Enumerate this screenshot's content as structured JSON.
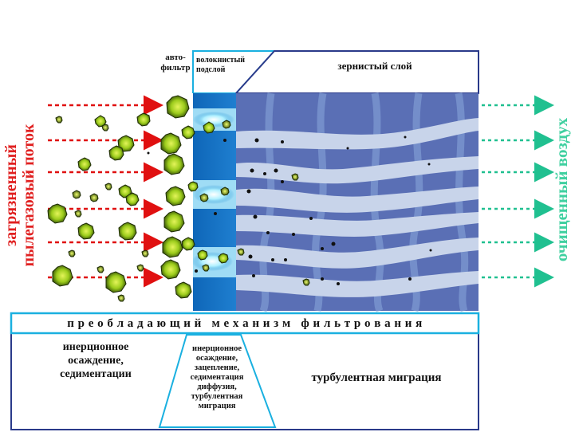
{
  "labels": {
    "autofilter": "авто-\nфильтр",
    "fiber_sublayer": "волокнистый\nподслой",
    "granular_layer": "зернистый слой",
    "inlet_flow": "загрязненный\nпылегазовый поток",
    "outlet_air": "очищенный воздух",
    "mechanism_header": "п р е о б л а д а ю щ и й   м е х а н и з м   ф и л ь т р о в а н и я",
    "mech_left": "инерционное\nосаждение,\nседиментации",
    "mech_middle": "инерционное\nосаждение,\nзацепление,\nседиментация\nдиффузия,\nтурбулентная\nмиграция",
    "mech_right": "турбулентная миграция"
  },
  "colors": {
    "inlet_arrow": "#e01010",
    "outlet_arrow": "#20c090",
    "inlet_text": "#e02020",
    "outlet_text": "#40d0a0",
    "fiber_blue": "#1a73c0",
    "granular_bg": "#5a6fb5",
    "channel": "#c8d4ea",
    "particle_green": "#a8d820",
    "frame_cyan": "#1ab0e0",
    "frame_dark": "#2a3a8a"
  }
}
